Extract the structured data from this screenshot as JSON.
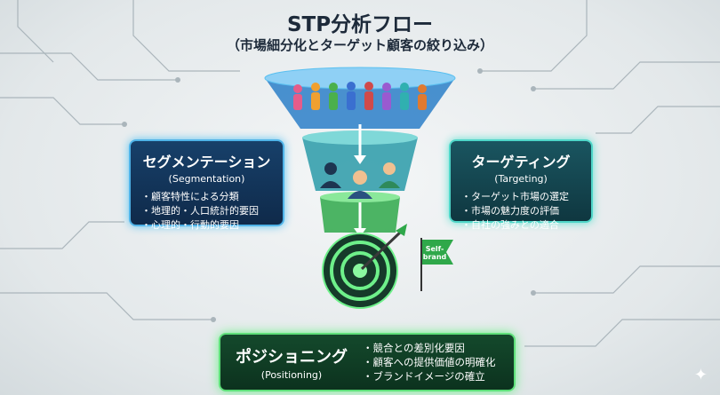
{
  "title": "STP分析フロー",
  "subtitle": "（市場細分化とターゲット顧客の絞り込み）",
  "segmentation": {
    "heading": "セグメンテーション",
    "english": "(Segmentation)",
    "items": [
      "顧客特性による分類",
      "地理的・人口統計的要因",
      "心理的・行動的要因"
    ]
  },
  "targeting": {
    "heading": "ターゲティング",
    "english": "(Targeting)",
    "items": [
      "ターゲット市場の選定",
      "市場の魅力度の評価",
      "自社の強みとの適合"
    ]
  },
  "positioning": {
    "heading": "ポジショニング",
    "english": "(Positioning)",
    "items": [
      "競合との差別化要因",
      "顧客への提供価値の明確化",
      "ブランドイメージの確立"
    ]
  },
  "flag": {
    "label_line1": "Self-",
    "label_line2": "brand"
  },
  "colors": {
    "segmentation": "#4fb3e8",
    "targeting": "#4fd6c8",
    "positioning": "#5fe07a",
    "title": "#1d2a3a"
  }
}
